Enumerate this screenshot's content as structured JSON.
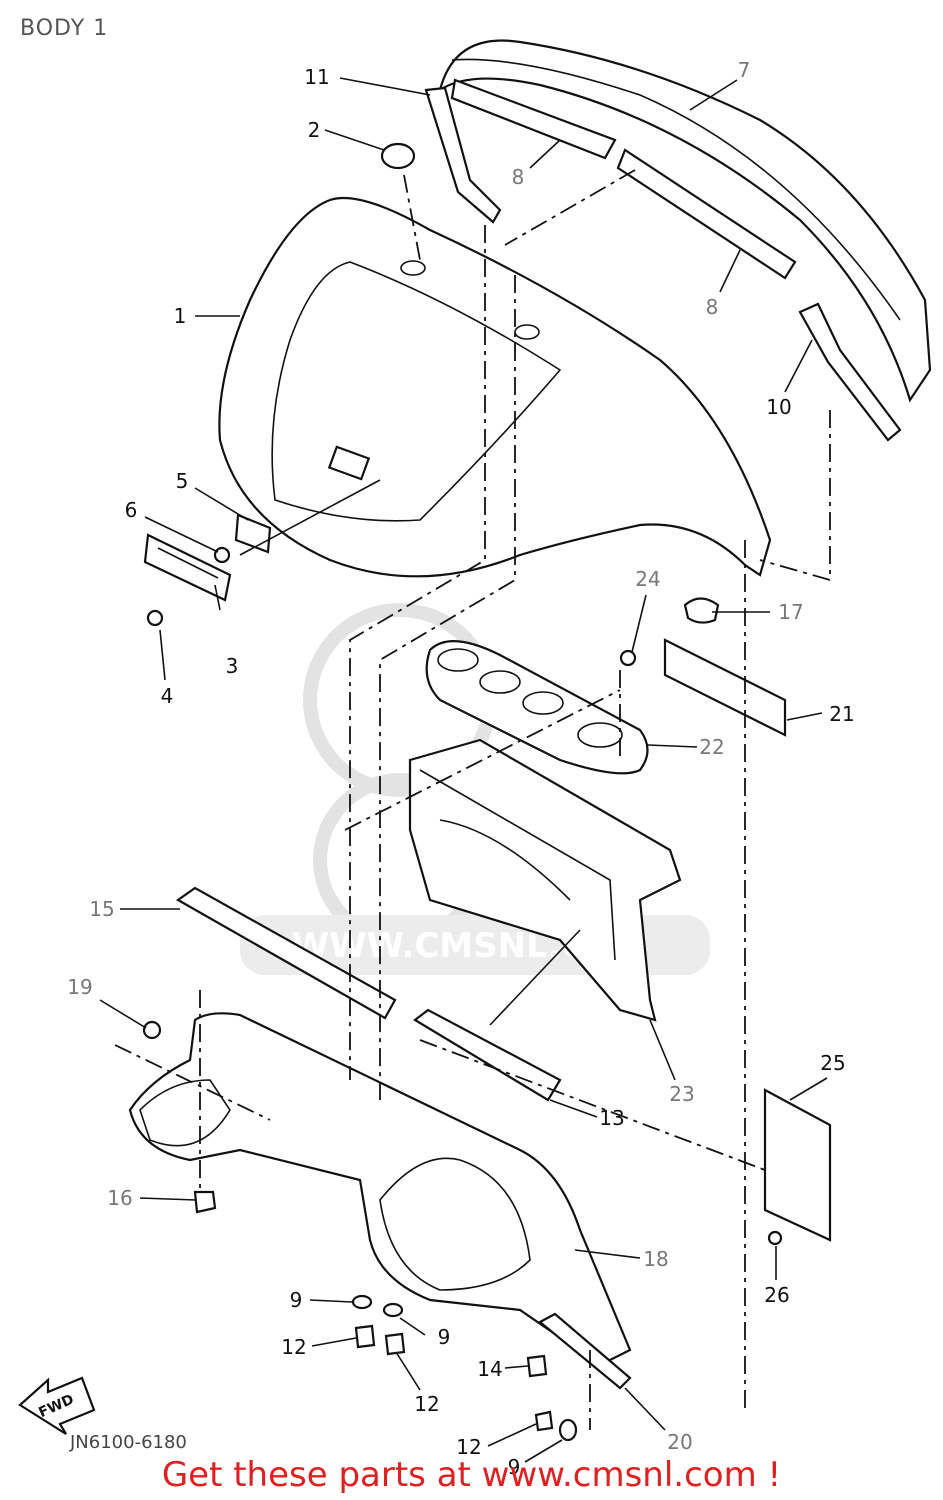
{
  "header": {
    "title": "BODY 1"
  },
  "diagram": {
    "code": "JN6100-6180",
    "fwd_label": "FWD",
    "watermark": "WWW.CMSNL.COM",
    "callouts": [
      {
        "label": "1",
        "tone": "dark"
      },
      {
        "label": "2",
        "tone": "dark"
      },
      {
        "label": "3",
        "tone": "dark"
      },
      {
        "label": "4",
        "tone": "dark"
      },
      {
        "label": "5",
        "tone": "dark"
      },
      {
        "label": "6",
        "tone": "dark"
      },
      {
        "label": "7",
        "tone": "grey"
      },
      {
        "label": "8",
        "tone": "grey"
      },
      {
        "label": "8",
        "tone": "grey"
      },
      {
        "label": "9",
        "tone": "dark"
      },
      {
        "label": "9",
        "tone": "dark"
      },
      {
        "label": "9",
        "tone": "dark"
      },
      {
        "label": "10",
        "tone": "dark"
      },
      {
        "label": "11",
        "tone": "dark"
      },
      {
        "label": "12",
        "tone": "dark"
      },
      {
        "label": "12",
        "tone": "dark"
      },
      {
        "label": "12",
        "tone": "dark"
      },
      {
        "label": "13",
        "tone": "dark"
      },
      {
        "label": "14",
        "tone": "dark"
      },
      {
        "label": "15",
        "tone": "grey"
      },
      {
        "label": "16",
        "tone": "grey"
      },
      {
        "label": "17",
        "tone": "grey"
      },
      {
        "label": "18",
        "tone": "grey"
      },
      {
        "label": "19",
        "tone": "grey"
      },
      {
        "label": "20",
        "tone": "grey"
      },
      {
        "label": "21",
        "tone": "dark"
      },
      {
        "label": "22",
        "tone": "grey"
      },
      {
        "label": "23",
        "tone": "grey"
      },
      {
        "label": "24",
        "tone": "grey"
      },
      {
        "label": "25",
        "tone": "dark"
      },
      {
        "label": "26",
        "tone": "dark"
      }
    ]
  },
  "footer": {
    "promo": "Get these parts at www.cmsnl.com !",
    "promo_color": "#e02020"
  }
}
